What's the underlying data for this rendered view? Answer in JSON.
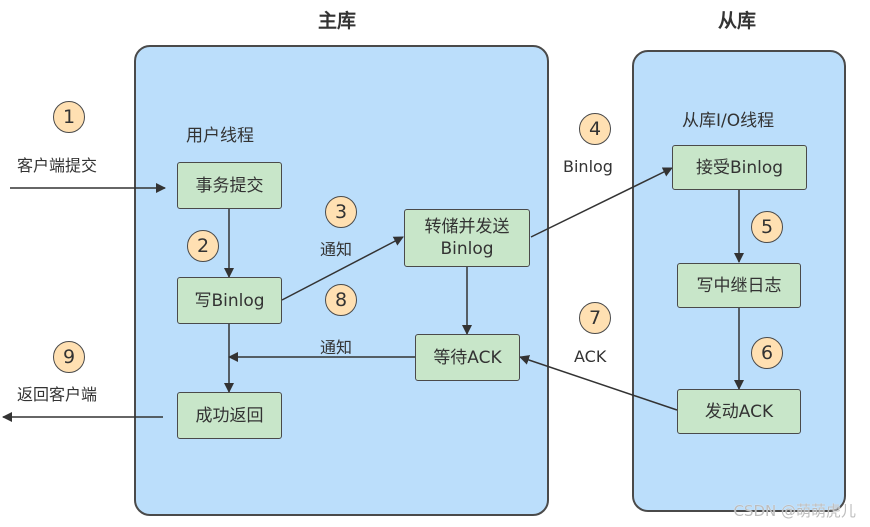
{
  "colors": {
    "panel_fill": "#bbdefb",
    "box_fill": "#c8e6c9",
    "badge_fill": "#ffe0b2",
    "stroke": "#4a4a4a"
  },
  "master": {
    "title": "主库",
    "thread_label": "用户线程",
    "boxes": {
      "commit": "事务提交",
      "write_binlog": "写Binlog",
      "dump_send": "转储并发送\nBinlog",
      "wait_ack": "等待ACK",
      "return_success": "成功返回"
    }
  },
  "slave": {
    "title": "从库",
    "thread_label": "从库I/O线程",
    "boxes": {
      "receive_binlog": "接受Binlog",
      "write_relay_log": "写中继日志",
      "send_ack": "发动ACK"
    }
  },
  "steps": [
    {
      "num": "1",
      "label": "客户端提交"
    },
    {
      "num": "2",
      "label": ""
    },
    {
      "num": "3",
      "label": "通知"
    },
    {
      "num": "4",
      "label": "Binlog"
    },
    {
      "num": "5",
      "label": ""
    },
    {
      "num": "6",
      "label": ""
    },
    {
      "num": "7",
      "label": "ACK"
    },
    {
      "num": "8",
      "label": "通知"
    },
    {
      "num": "9",
      "label": "返回客户端"
    }
  ],
  "watermark": "CSDN @萌萌虎儿"
}
